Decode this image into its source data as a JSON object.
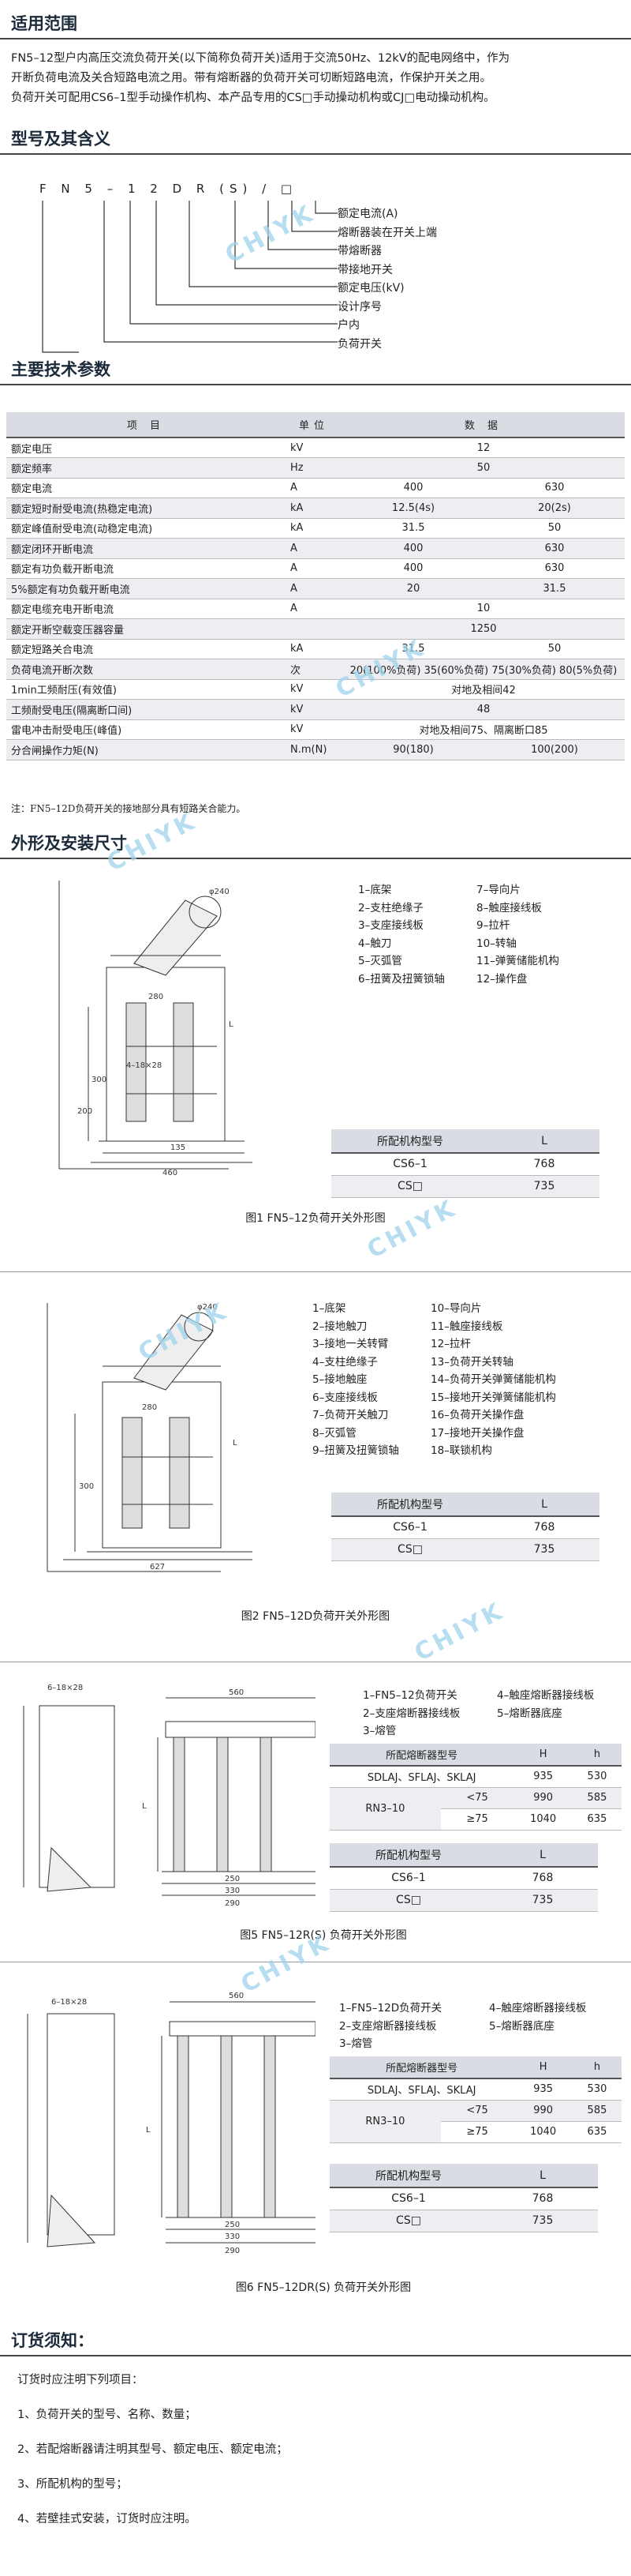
{
  "scope": {
    "title": "适用范围",
    "paragraph_lines": [
      "FN5–12型户内高压交流负荷开关(以下简称负荷开关)适用于交流50Hz、12kV的配电网络中，作为",
      "开断负荷电流及关合短路电流之用。带有熔断器的负荷开关可切断短路电流，作保护开关之用。",
      "负荷开关可配用CS6–1型手动操作机构、本产品专用的CS□手动操动机构或CJ□电动操动机构。"
    ]
  },
  "model": {
    "title": "型号及其含义",
    "code": "F N 5 – 1 2 D R (S) / □",
    "labels": [
      "额定电流(A)",
      "熔断器装在开关上端",
      "带熔断器",
      "带接地开关",
      "额定电压(kV)",
      "设计序号",
      "户内",
      "负荷开关"
    ]
  },
  "specs": {
    "title": "主要技术参数",
    "headers": [
      "项 目",
      "单位",
      "数 据"
    ],
    "rows": [
      {
        "item": "额定电压",
        "unit": "kV",
        "v1": "12",
        "v2": "",
        "span": true
      },
      {
        "item": "额定频率",
        "unit": "Hz",
        "v1": "50",
        "v2": "",
        "span": true
      },
      {
        "item": "额定电流",
        "unit": "A",
        "v1": "400",
        "v2": "630"
      },
      {
        "item": "额定短时耐受电流(热稳定电流)",
        "unit": "kA",
        "v1": "12.5(4s)",
        "v2": "20(2s)"
      },
      {
        "item": "额定峰值耐受电流(动稳定电流)",
        "unit": "kA",
        "v1": "31.5",
        "v2": "50"
      },
      {
        "item": "额定闭环开断电流",
        "unit": "A",
        "v1": "400",
        "v2": "630"
      },
      {
        "item": "额定有功负载开断电流",
        "unit": "A",
        "v1": "400",
        "v2": "630"
      },
      {
        "item": "5%额定有功负载开断电流",
        "unit": "A",
        "v1": "20",
        "v2": "31.5"
      },
      {
        "item": "额定电缆充电开断电流",
        "unit": "A",
        "v1": "10",
        "v2": "",
        "span": true
      },
      {
        "item": "额定开断空载变压器容量",
        "unit": "",
        "v1": "1250",
        "v2": "",
        "span": true
      },
      {
        "item": "额定短路关合电流",
        "unit": "kA",
        "v1": "31.5",
        "v2": "50"
      },
      {
        "item": "负荷电流开断次数",
        "unit": "次",
        "v1": "20(100%负荷) 35(60%负荷) 75(30%负荷) 80(5%负荷)",
        "v2": "",
        "span": true
      },
      {
        "item": "1min工频耐压(有效值)",
        "unit": "kV",
        "v1": "对地及相间42",
        "v2": "",
        "span": true
      },
      {
        "item": "工频耐受电压(隔离断口间)",
        "unit": "kV",
        "v1": "48",
        "v2": "",
        "span": true
      },
      {
        "item": "雷电冲击耐受电压(峰值)",
        "unit": "kV",
        "v1": "对地及相间75、隔离断口85",
        "v2": "",
        "span": true
      },
      {
        "item": "分合闸操作力矩(N)",
        "unit": "N.m(N)",
        "v1": "90(180)",
        "v2": "100(200)"
      }
    ],
    "note": "注：FN5–12D负荷开关的接地部分具有短路关合能力。"
  },
  "dimensions": {
    "title": "外形及安装尺寸",
    "fig1": {
      "legend_left": [
        "1–底架",
        "2–支柱绝缘子",
        "3–支座接线板",
        "4–触刀",
        "5–灭弧管",
        "6–扭簧及扭簧锁轴"
      ],
      "legend_right": [
        "7–导向片",
        "8–触座接线板",
        "9–拉杆",
        "10–转轴",
        "11–弹簧储能机构",
        "12–操作盘"
      ],
      "table_headers": [
        "所配机构型号",
        "L"
      ],
      "table_rows": [
        [
          "CS6–1",
          "768"
        ],
        [
          "CS□",
          "735"
        ]
      ],
      "caption": "图1 FN5–12负荷开关外形图",
      "dims": {
        "d1": "φ240",
        "d2": "280",
        "d3": "300",
        "d4": "200",
        "d5": "135",
        "d6": "460",
        "d7": "L",
        "d8": "4–18×28"
      }
    },
    "fig2": {
      "legend_left": [
        "1–底架",
        "2–接地触刀",
        "3–接地一关转臂",
        "4–支柱绝缘子",
        "5–接地触座",
        "6–支座接线板",
        "7–负荷开关触刀",
        "8–灭弧管",
        "9–扭簧及扭簧锁轴"
      ],
      "legend_right": [
        "10–导向片",
        "11–触座接线板",
        "12–拉杆",
        "13–负荷开关转轴",
        "14–负荷开关弹簧储能机构",
        "15–接地开关弹簧储能机构",
        "16–负荷开关操作盘",
        "17–接地开关操作盘",
        "18–联锁机构"
      ],
      "table_headers": [
        "所配机构型号",
        "L"
      ],
      "table_rows": [
        [
          "CS6–1",
          "768"
        ],
        [
          "CS□",
          "735"
        ]
      ],
      "caption": "图2 FN5–12D负荷开关外形图",
      "dims": {
        "d1": "φ240",
        "d2": "280",
        "d3": "300",
        "d4": "627",
        "d5": "L"
      }
    },
    "fig5": {
      "legend_left": [
        "1–FN5–12负荷开关",
        "2–支座熔断器接线板",
        "3–熔管"
      ],
      "legend_right": [
        "4–触座熔断器接线板",
        "5–熔断器底座"
      ],
      "fuse_headers": [
        "所配熔断器型号",
        "H",
        "h"
      ],
      "fuse_rows": [
        [
          "SDLAJ、SFLAJ、SKLAJ",
          "",
          "935",
          "530"
        ],
        [
          "RN3–10",
          "<75",
          "990",
          "585"
        ],
        [
          "",
          "≥75",
          "1040",
          "635"
        ]
      ],
      "table_headers": [
        "所配机构型号",
        "L"
      ],
      "table_rows": [
        [
          "CS6–1",
          "768"
        ],
        [
          "CS□",
          "735"
        ]
      ],
      "caption": "图5 FN5–12R(S) 负荷开关外形图",
      "dims": {
        "d1": "6–18×28",
        "d2": "560",
        "d3": "250",
        "d4": "330",
        "d5": "290",
        "d6": "L"
      }
    },
    "fig6": {
      "legend_left": [
        "1–FN5–12D负荷开关",
        "2–支座熔断器接线板",
        "3–熔管"
      ],
      "legend_right": [
        "4–触座熔断器接线板",
        "5–熔断器底座"
      ],
      "fuse_headers": [
        "所配熔断器型号",
        "H",
        "h"
      ],
      "fuse_rows": [
        [
          "SDLAJ、SFLAJ、SKLAJ",
          "",
          "935",
          "530"
        ],
        [
          "RN3–10",
          "<75",
          "990",
          "585"
        ],
        [
          "",
          "≥75",
          "1040",
          "635"
        ]
      ],
      "table_headers": [
        "所配机构型号",
        "L"
      ],
      "table_rows": [
        [
          "CS6–1",
          "768"
        ],
        [
          "CS□",
          "735"
        ]
      ],
      "caption": "图6 FN5–12DR(S) 负荷开关外形图",
      "dims": {
        "d1": "6–18×28",
        "d2": "560",
        "d3": "250",
        "d4": "330",
        "d5": "290",
        "d6": "L"
      }
    }
  },
  "ordering": {
    "title": "订货须知：",
    "intro": "订货时应注明下列项目：",
    "items": [
      "1、负荷开关的型号、名称、数量；",
      "2、若配熔断器请注明其型号、额定电压、额定电流；",
      "3、所配机构的型号；",
      "4、若壁挂式安装，订货时应注明。"
    ]
  },
  "watermark": "CHIYK",
  "colors": {
    "watermark": "#9fd4ec",
    "header_bg": "#d9dde3",
    "alt_row": "#eceef1"
  }
}
